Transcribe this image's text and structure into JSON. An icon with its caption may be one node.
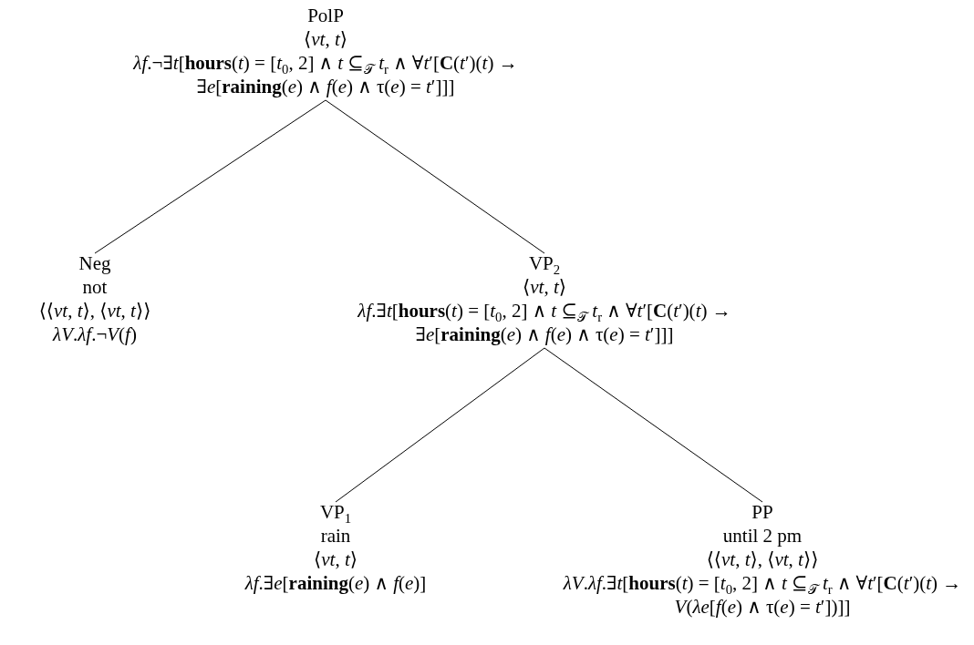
{
  "diagram": {
    "nodes": [
      {
        "text": [
          "PolP",
          "⟨*vt*, *t*⟩",
          "*λf*.¬∃*t*[**hours**(*t*) = [*t*$_{0}$, 2] ∧ *t* ⊆$_{𝒯}$ *t*$_{r}$ ∧ ∀*t*′[**C**(*t*′)(*t*) → ∃*e*[**raining**(*e*) ∧ *f*(*e*) ∧ τ(*e*) = *t*′]]]"
        ]
      },
      {
        "text": [
          "Neg",
          "not",
          "⟨⟨*vt*, *t*⟩, ⟨*vt*, *t*⟩⟩",
          "*λV*.*λf*.¬*V*(*f*)"
        ]
      },
      {
        "text": [
          "VP$_{2}$",
          "⟨*vt*, *t*⟩",
          "*λf*.∃*t*[**hours**(*t*) = [*t*$_{0}$, 2] ∧ *t* ⊆$_{𝒯}$ *t*$_{r}$ ∧ ∀*t*′[**C**(*t*′)(*t*) → ∃*e*[**raining**(*e*) ∧ *f*(*e*) ∧ τ(*e*) = *t*′]]]"
        ]
      },
      {
        "text": [
          "VP$_{1}$",
          "rain",
          "⟨*vt*, *t*⟩",
          "*λf*.∃*e*[**raining**(*e*) ∧ *f*(*e*)]"
        ]
      },
      {
        "text": [
          "PP",
          "until 2 pm",
          "⟨⟨*vt*, *t*⟩, ⟨*vt*, *t*⟩⟩",
          "*λV*.*λf*.∃*t*[**hours**(*t*) = [*t*$_{0}$, 2] ∧ *t* ⊆$_{𝒯}$ *t*$_{r}$ ∧ ∀*t*′[**C**(*t*′)(*t*) → *V*(*λe*[*f*(*e*) ∧ τ(*e*) = *t*′])]]"
        ]
      }
    ],
    "edges": [
      {
        "from": 0,
        "to": 1,
        "arrow": "none"
      },
      {
        "from": 0,
        "to": 2,
        "arrow": "none"
      },
      {
        "from": 2,
        "to": 3,
        "arrow": "none"
      },
      {
        "from": 2,
        "to": 4,
        "arrow": "none"
      }
    ]
  }
}
